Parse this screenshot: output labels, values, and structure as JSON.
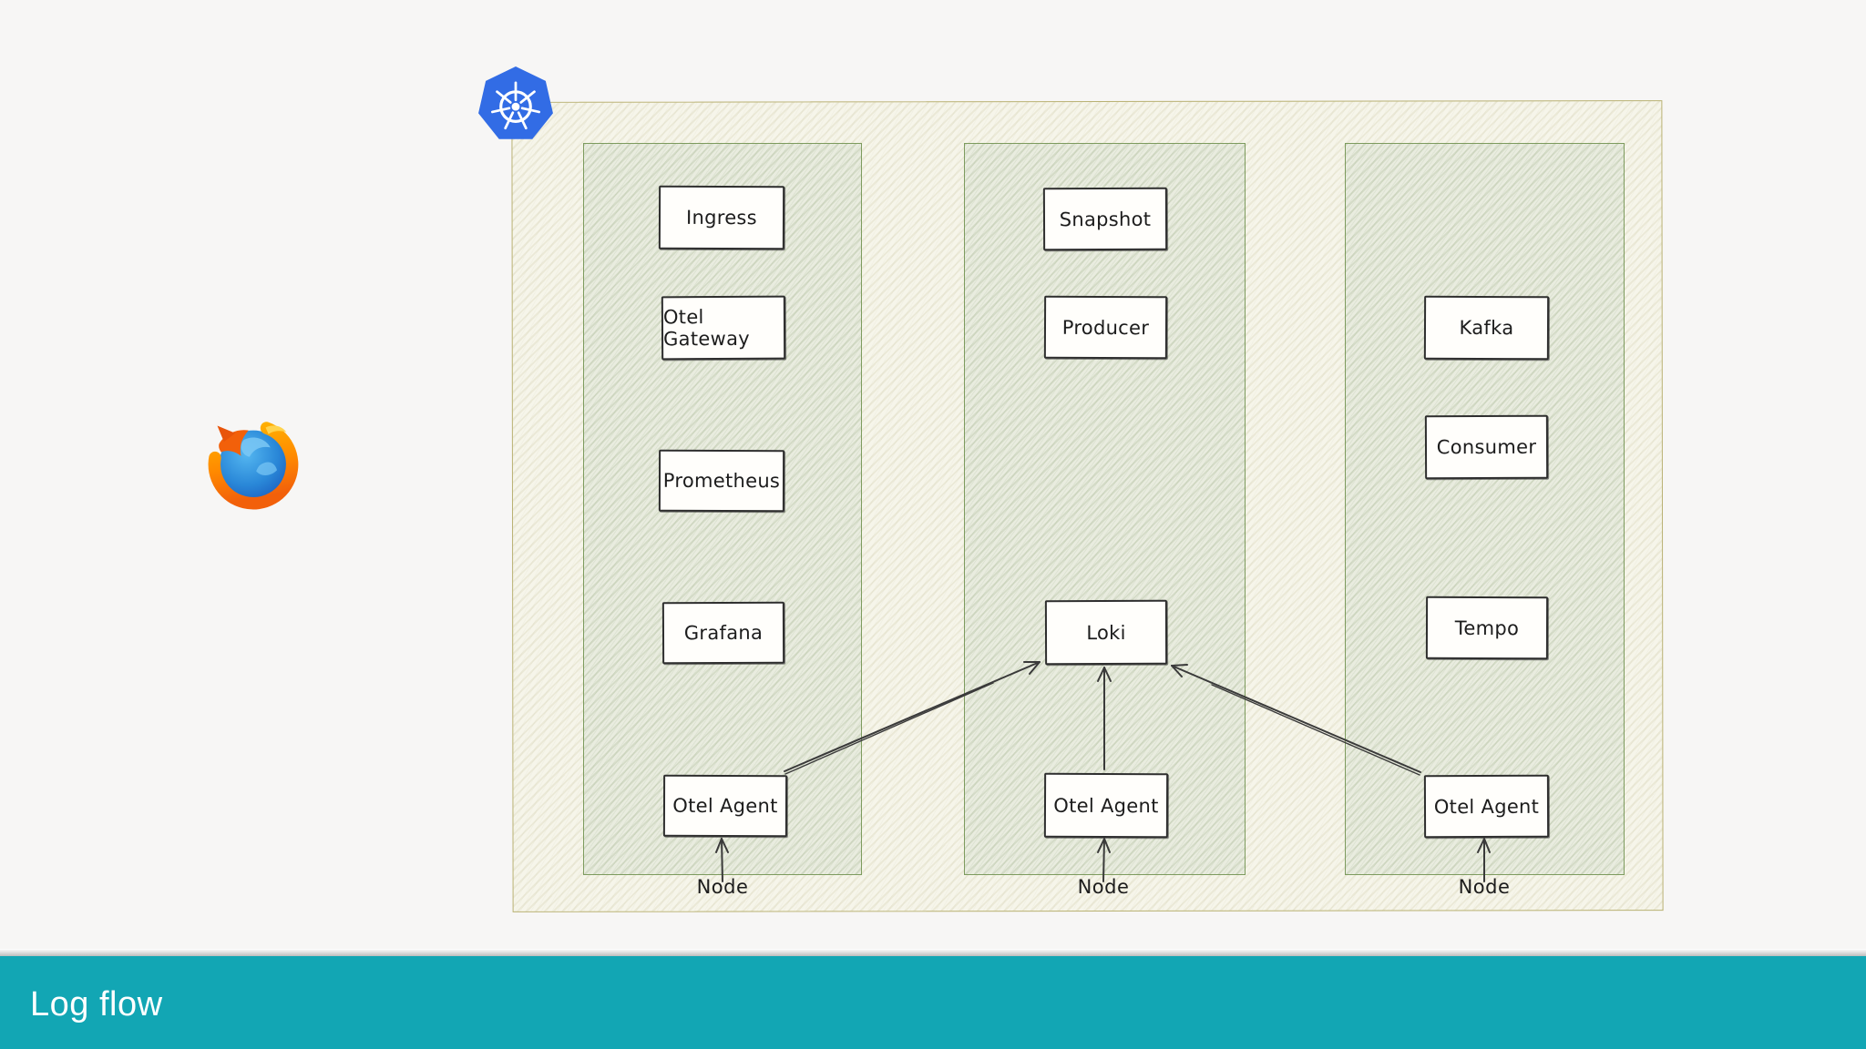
{
  "footer": {
    "title": "Log flow"
  },
  "icons": {
    "kubernetes": "kubernetes-logo",
    "firefox": "firefox-logo"
  },
  "diagram": {
    "columns": [
      {
        "node_label": "Node",
        "boxes": [
          {
            "label": "Ingress"
          },
          {
            "label": "Otel Gateway"
          },
          {
            "label": "Prometheus"
          },
          {
            "label": "Grafana"
          },
          {
            "label": "Otel Agent"
          }
        ]
      },
      {
        "node_label": "Node",
        "boxes": [
          {
            "label": "Snapshot"
          },
          {
            "label": "Producer"
          },
          {
            "label": "Loki"
          },
          {
            "label": "Otel Agent"
          }
        ]
      },
      {
        "node_label": "Node",
        "boxes": [
          {
            "label": "Kafka"
          },
          {
            "label": "Consumer"
          },
          {
            "label": "Tempo"
          },
          {
            "label": "Otel Agent"
          }
        ]
      }
    ],
    "edges": [
      {
        "from": "Node (left)",
        "to": "Otel Agent (left)"
      },
      {
        "from": "Node (middle)",
        "to": "Otel Agent (middle)"
      },
      {
        "from": "Node (right)",
        "to": "Otel Agent (right)"
      },
      {
        "from": "Otel Agent (left)",
        "to": "Loki"
      },
      {
        "from": "Otel Agent (middle)",
        "to": "Loki"
      },
      {
        "from": "Otel Agent (right)",
        "to": "Loki"
      }
    ],
    "colors": {
      "accent_teal": "#12a6b4",
      "kubernetes_blue": "#326ce5",
      "column_border_green": "#7d9b5e",
      "paper_border_tan": "#b9b173",
      "box_border": "#2e2e2e",
      "arrow": "#3a3a3a",
      "firefox_orange": "#f2600a",
      "firefox_blue": "#2a88d8"
    }
  }
}
